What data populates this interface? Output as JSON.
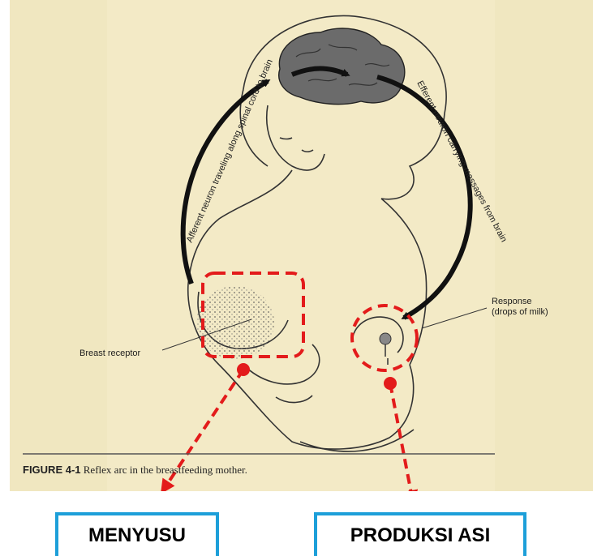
{
  "figure": {
    "label_afferent": "Afferent neuron traveling along spinal cord to brain",
    "label_efferent": "Efferent neuron carrying messages from brain",
    "label_breast_receptor": "Breast receptor",
    "label_response_line1": "Response",
    "label_response_line2": "(drops of milk)",
    "caption_number": "FIGURE 4-1",
    "caption_text": "Reflex arc in the breastfeeding mother."
  },
  "boxes": {
    "left": "MENYUSU",
    "right": "PRODUKSI ASI"
  },
  "colors": {
    "highlight": "#e31b1b",
    "box_border": "#1d9fd9",
    "paper": "#f3eac6"
  }
}
